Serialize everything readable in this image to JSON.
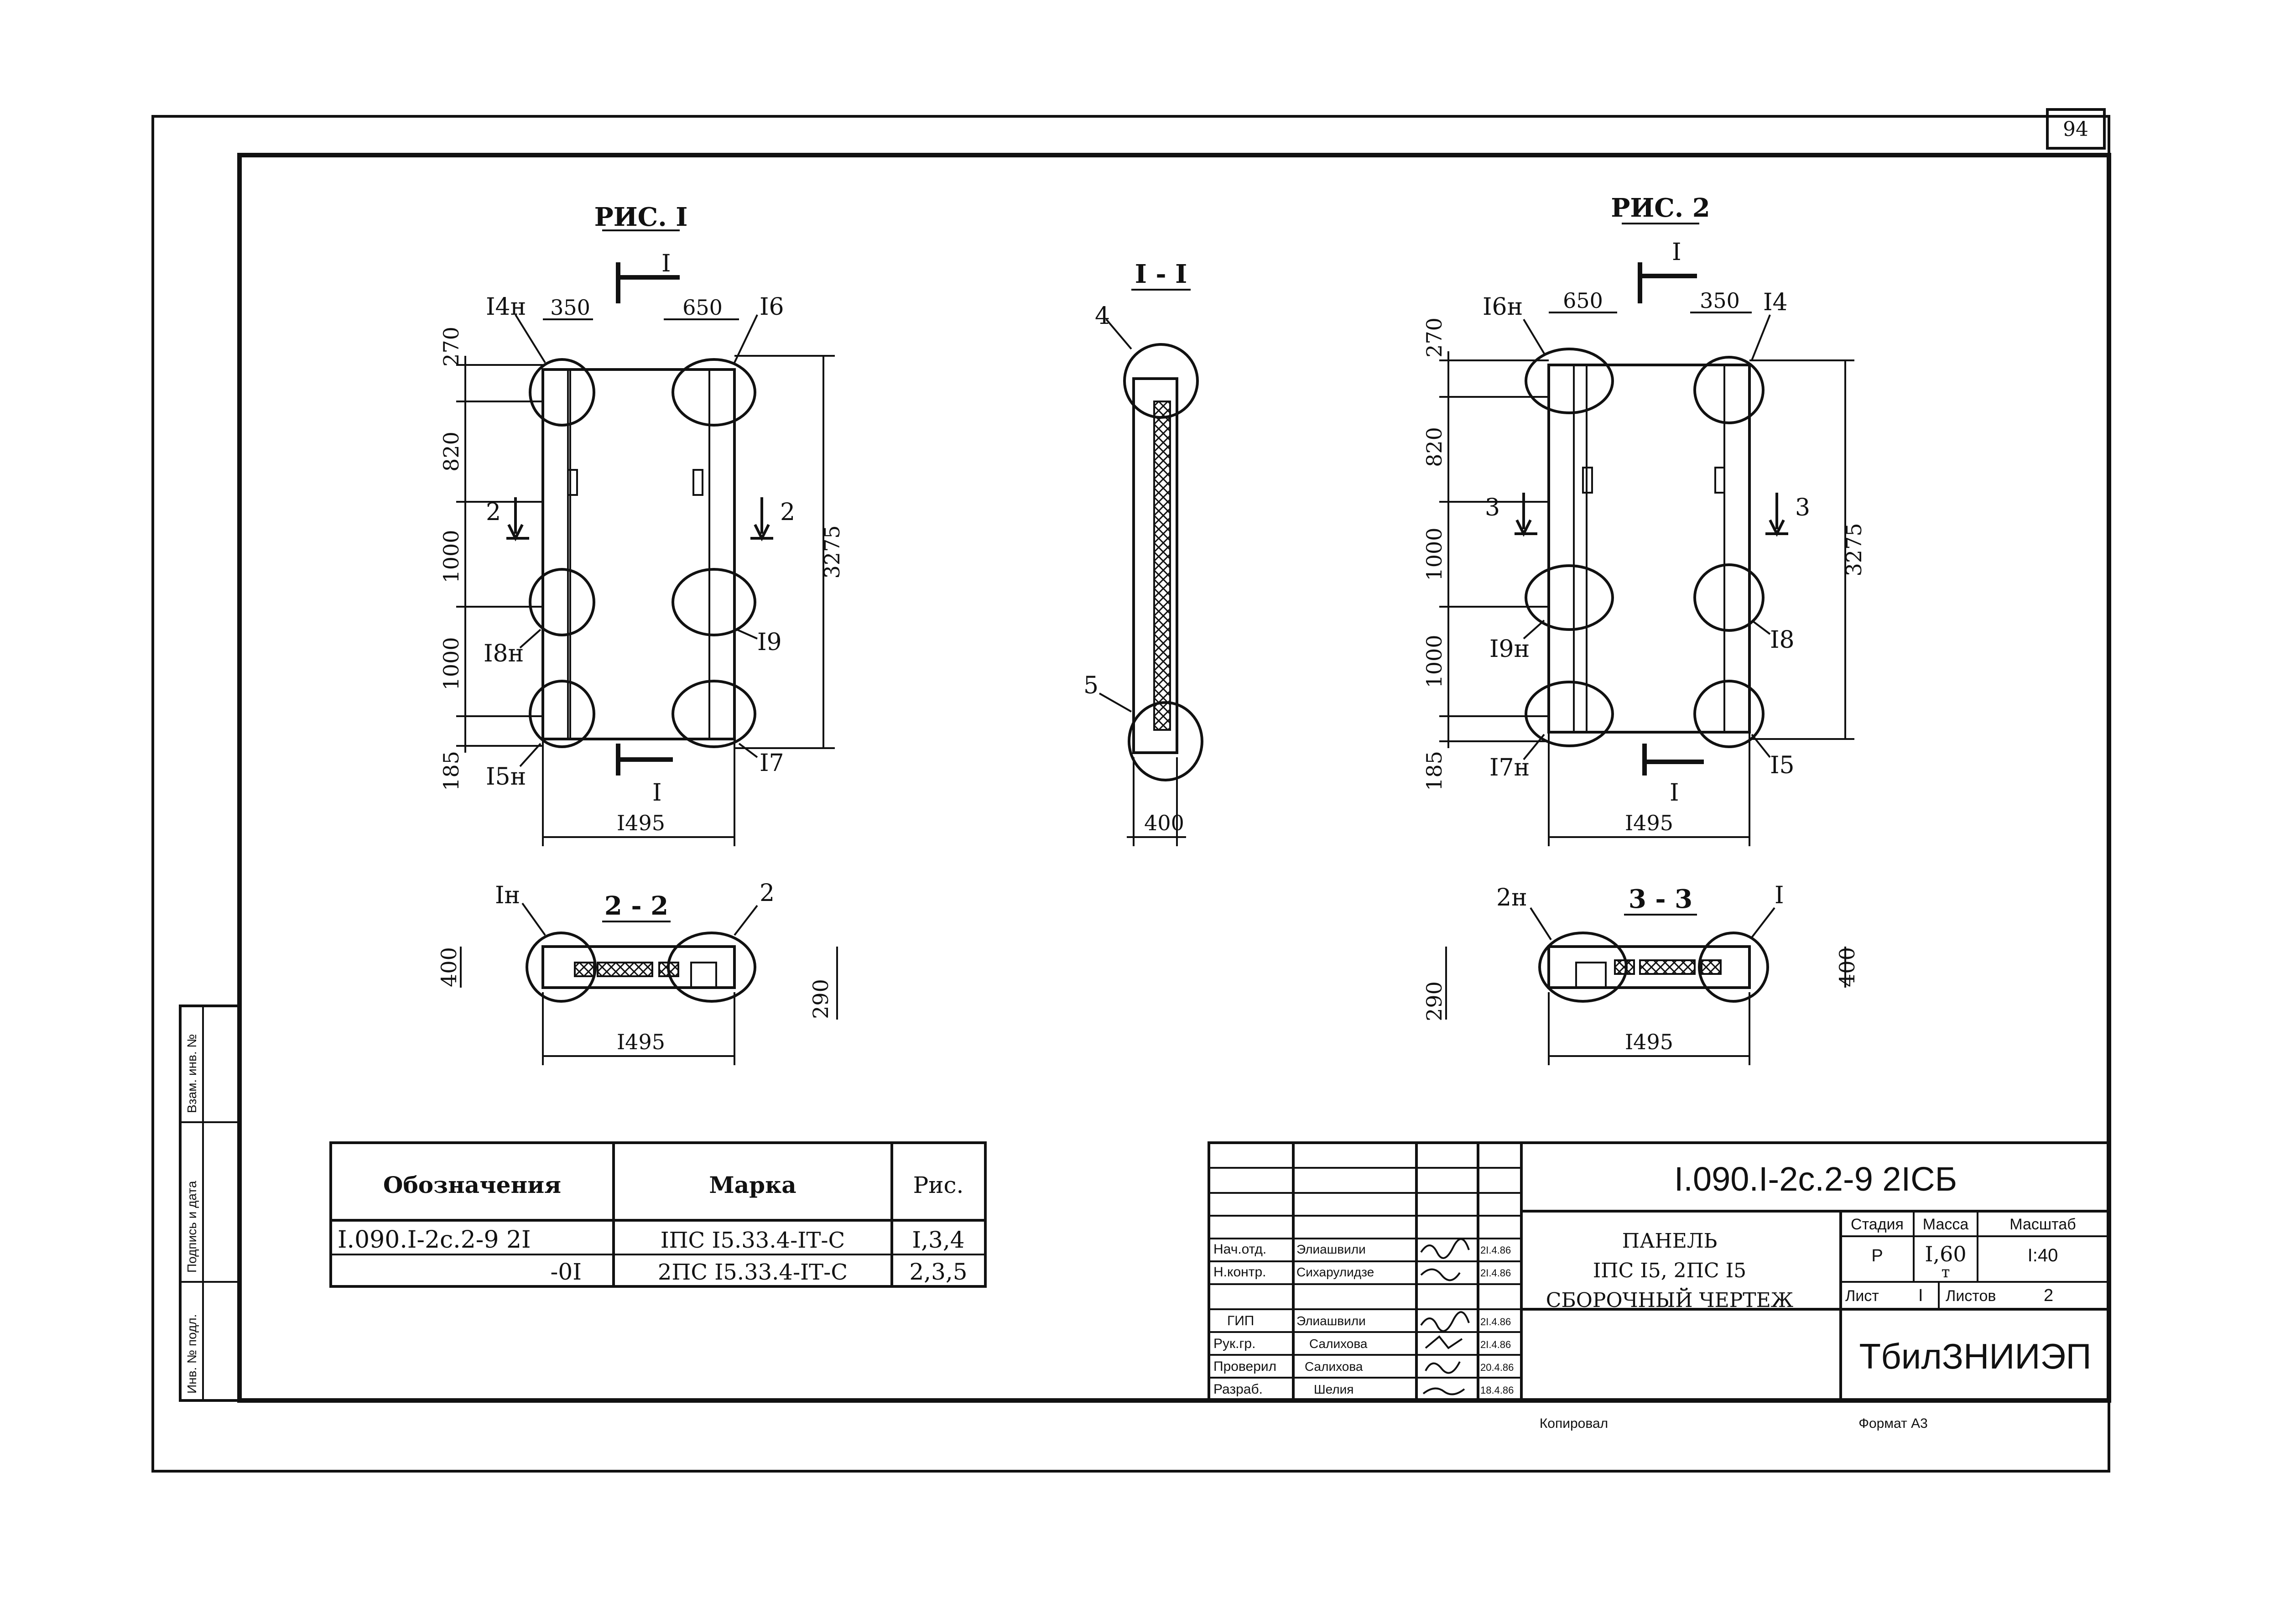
{
  "sheet": {
    "page_number": "94"
  },
  "fig1": {
    "title": "РИС. I",
    "section_mark": "I",
    "top_dims": [
      "350",
      "650"
    ],
    "left_dims": [
      "270",
      "820",
      "1000",
      "1000",
      "185"
    ],
    "right_dim": "3275",
    "bottom_dim": "I495",
    "callouts": [
      "I4н",
      "I6",
      "I8н",
      "I9",
      "I5н",
      "I7"
    ],
    "section_2": "2"
  },
  "section_11": {
    "title": "I - I",
    "callout_top": "4",
    "callout_bottom": "5",
    "dim": "400"
  },
  "fig2": {
    "title": "РИС. 2",
    "section_mark": "I",
    "top_dims": [
      "650",
      "350"
    ],
    "left_dims": [
      "270",
      "820",
      "1000",
      "1000",
      "185"
    ],
    "right_dim": "3275",
    "bottom_dim": "I495",
    "callouts": [
      "I6н",
      "I4",
      "I9н",
      "I8",
      "I7н",
      "I5"
    ],
    "section_3": "3"
  },
  "section_22": {
    "title": "2 - 2",
    "callout_left": "Iн",
    "callout_right": "2",
    "dim_left": "400",
    "dim_right": "290",
    "dim_bottom": "I495"
  },
  "section_33": {
    "title": "3 - 3",
    "callout_left": "2н",
    "callout_right": "I",
    "dim_left": "290",
    "dim_right": "400",
    "dim_bottom": "I495"
  },
  "spec_table": {
    "headers": [
      "Обозначения",
      "Марка",
      "Рис."
    ],
    "rows": [
      [
        "I.090.I-2c.2-9 2I",
        "IПС I5.33.4-IТ-С",
        "I,3,4"
      ],
      [
        "-0I",
        "2ПС I5.33.4-IТ-С",
        "2,3,5"
      ]
    ]
  },
  "title_block": {
    "code": "I.090.I-2c.2-9  2IСБ",
    "name_lines": [
      "ПАНЕЛЬ",
      "IПС I5,  2ПС I5",
      "СБОРОЧНЫЙ ЧЕРТЕЖ"
    ],
    "stage_header": "Стадия",
    "mass_header": "Масса",
    "scale_header": "Масштаб",
    "stage": "Р",
    "mass": "I,60",
    "mass_unit": "т",
    "scale": "I:40",
    "sheet_label": "Лист",
    "sheet_value": "I",
    "sheets_label": "Листов",
    "sheets_value": "2",
    "org": "ТбилЗНИИЭП",
    "roles": [
      {
        "role": "Нач.отд.",
        "name": "Элиашвили",
        "date": "2I.4.86"
      },
      {
        "role": "Н.контр.",
        "name": "Сихарулидзе",
        "date": "2I.4.86"
      },
      {
        "role": "ГИП",
        "name": "Элиашвили",
        "date": "2I.4.86"
      },
      {
        "role": "Рук.гр.",
        "name": "Салихова",
        "date": "2I.4.86"
      },
      {
        "role": "Проверил",
        "name": "Салихова",
        "date": "20.4.86"
      },
      {
        "role": "Разраб.",
        "name": "Шелия",
        "date": "18.4.86"
      }
    ],
    "copied_label": "Копировал",
    "format_label": "Формат А3"
  },
  "side_stamp": [
    "Взам. инв. №",
    "Подпись и дата",
    "Инв. № подл."
  ]
}
